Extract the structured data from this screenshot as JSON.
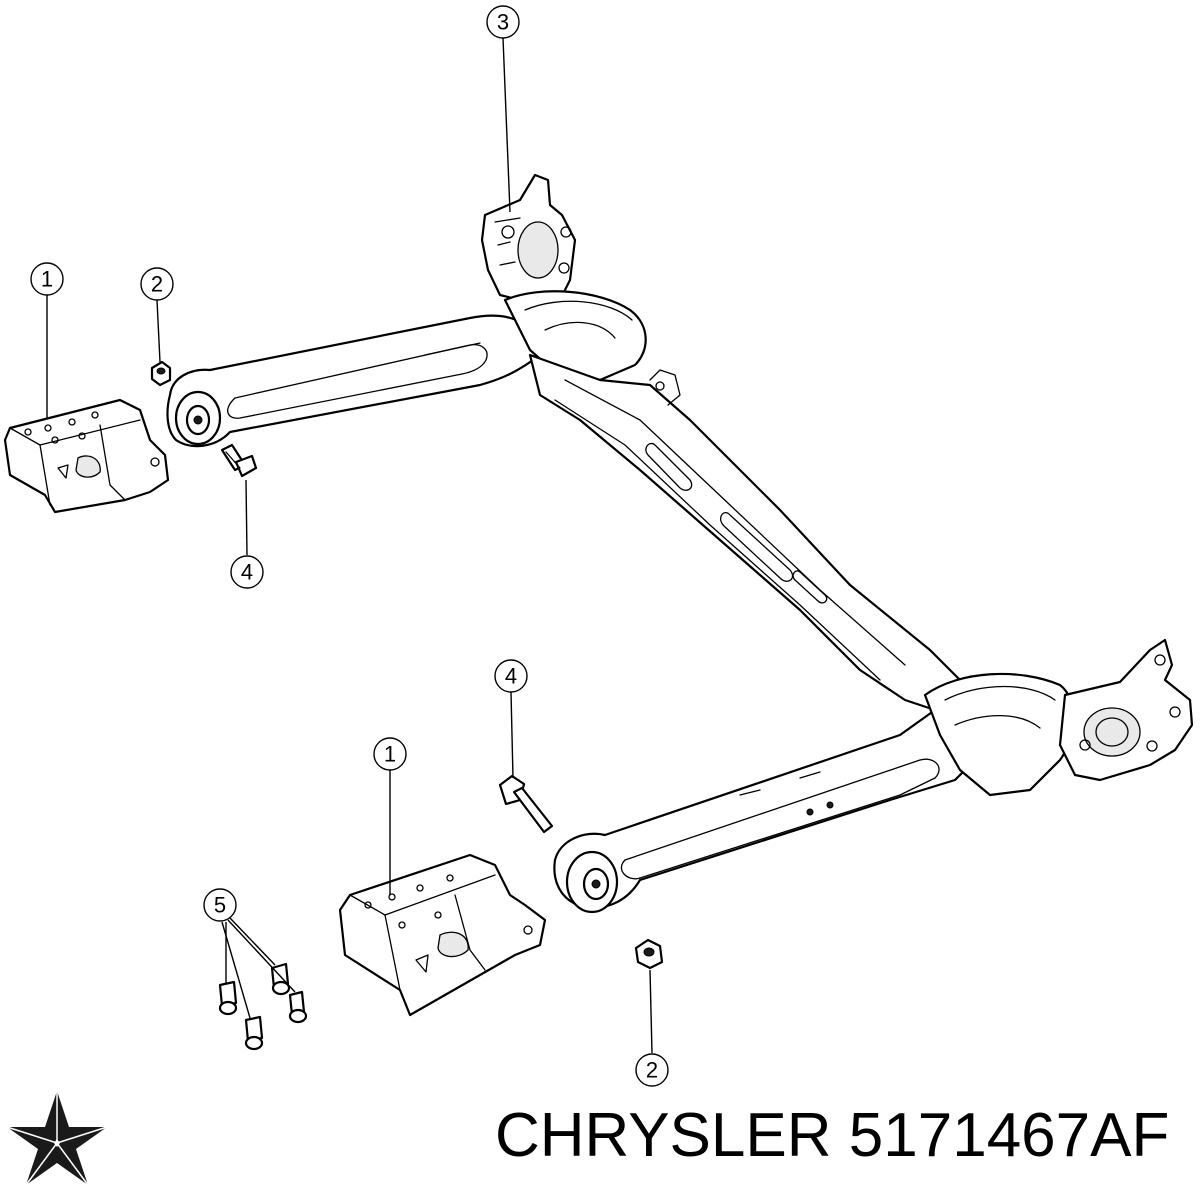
{
  "callouts": [
    {
      "label": "3"
    },
    {
      "label": "1"
    },
    {
      "label": "2"
    },
    {
      "label": "4"
    },
    {
      "label": "4"
    },
    {
      "label": "1"
    },
    {
      "label": "5"
    },
    {
      "label": "2"
    }
  ],
  "caption": {
    "brand": "CHRYSLER",
    "part_number": "5171467AF"
  },
  "icons": {
    "logo": "chrysler-pentastar-logo-icon"
  }
}
